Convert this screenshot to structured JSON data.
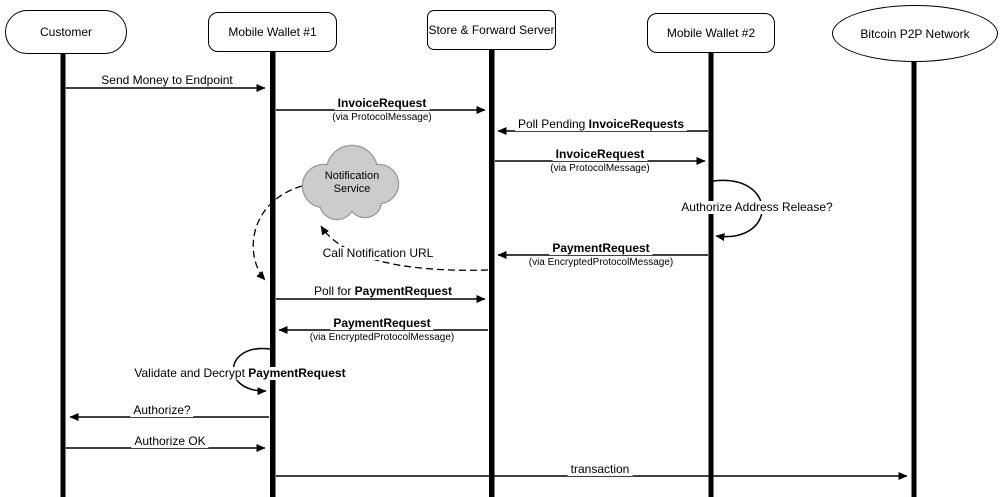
{
  "diagram": {
    "actors": [
      {
        "label": "Customer"
      },
      {
        "label": "Mobile Wallet #1"
      },
      {
        "label": "Store & Forward Server"
      },
      {
        "label": "Mobile Wallet #2"
      },
      {
        "label": "Bitcoin P2P Network"
      }
    ],
    "cloud": {
      "label": "Notification Service"
    },
    "messages": {
      "send_money": {
        "text": "Send Money to Endpoint"
      },
      "invoice_request_1": {
        "bold": "InvoiceRequest",
        "sub": "(via ProtocolMessage)"
      },
      "poll_pending": {
        "pre": "Poll Pending ",
        "bold": "InvoiceRequests"
      },
      "invoice_request_2": {
        "bold": "InvoiceRequest",
        "sub": "(via ProtocolMessage)"
      },
      "authorize_address_release": {
        "text": "Authorize Address Release?"
      },
      "payment_request_1": {
        "bold": "PaymentRequest",
        "sub": "(via EncryptedProtocolMessage)"
      },
      "call_notification_url": {
        "text": "Call Notification URL"
      },
      "poll_for_payment_request": {
        "pre": "Poll for ",
        "bold": "PaymentRequest"
      },
      "payment_request_2": {
        "bold": "PaymentRequest",
        "sub": "(via EncryptedProtocolMessage)"
      },
      "validate_decrypt": {
        "pre": "Validate and Decrypt ",
        "bold": "PaymentRequest"
      },
      "authorize": {
        "text": "Authorize?"
      },
      "authorize_ok": {
        "text": "Authorize OK"
      },
      "transaction": {
        "text": "transaction"
      }
    },
    "colors": {
      "line": "#000000",
      "cloud_fill": "#cccccc",
      "cloud_stroke": "#999999",
      "background": "#ffffff"
    }
  }
}
